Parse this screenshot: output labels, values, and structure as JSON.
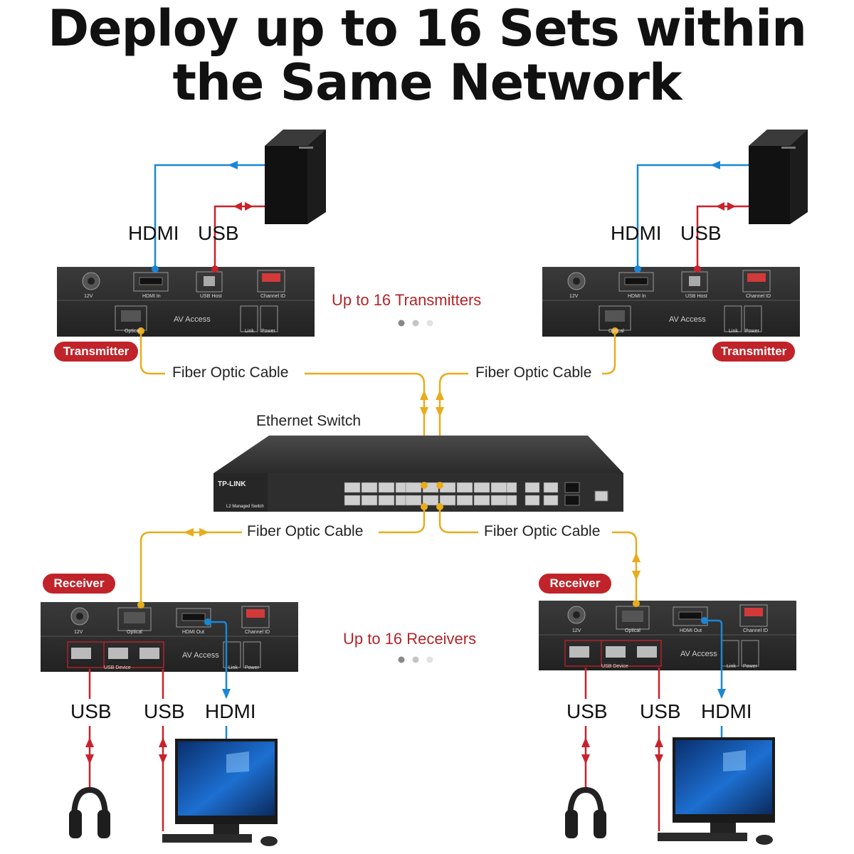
{
  "title": {
    "line1": "Deploy up to 16 Sets within",
    "line2": "the Same Network"
  },
  "labels": {
    "hdmi": "HDMI",
    "usb": "USB",
    "fiber_optic_cable": "Fiber Optic Cable",
    "ethernet_switch": "Ethernet Switch",
    "up_to_transmitters": "Up to 16 Transmitters",
    "up_to_receivers": "Up to 16 Receivers",
    "transmitter_badge": "Transmitter",
    "receiver_badge": "Receiver"
  },
  "device": {
    "port_12v": "12V",
    "hdmi_in": "HDMI In",
    "hdmi_out": "HDMI Out",
    "usb_host": "USB Host",
    "usb_device": "USB Device",
    "channel_id": "Channel ID",
    "optical": "Optical",
    "brand": "AV Access",
    "link": "Link",
    "power": "Power"
  },
  "switch": {
    "brand": "TP-LINK",
    "subtitle": "L2 Managed Switch"
  },
  "colors": {
    "hdmi_line": "#1a87d6",
    "usb_line": "#c8222b",
    "fiber_line": "#e8ac1c",
    "badge": "#c0232a",
    "device_body": "#2b2b2b"
  },
  "pager": {
    "dots": 3,
    "active": 0
  }
}
